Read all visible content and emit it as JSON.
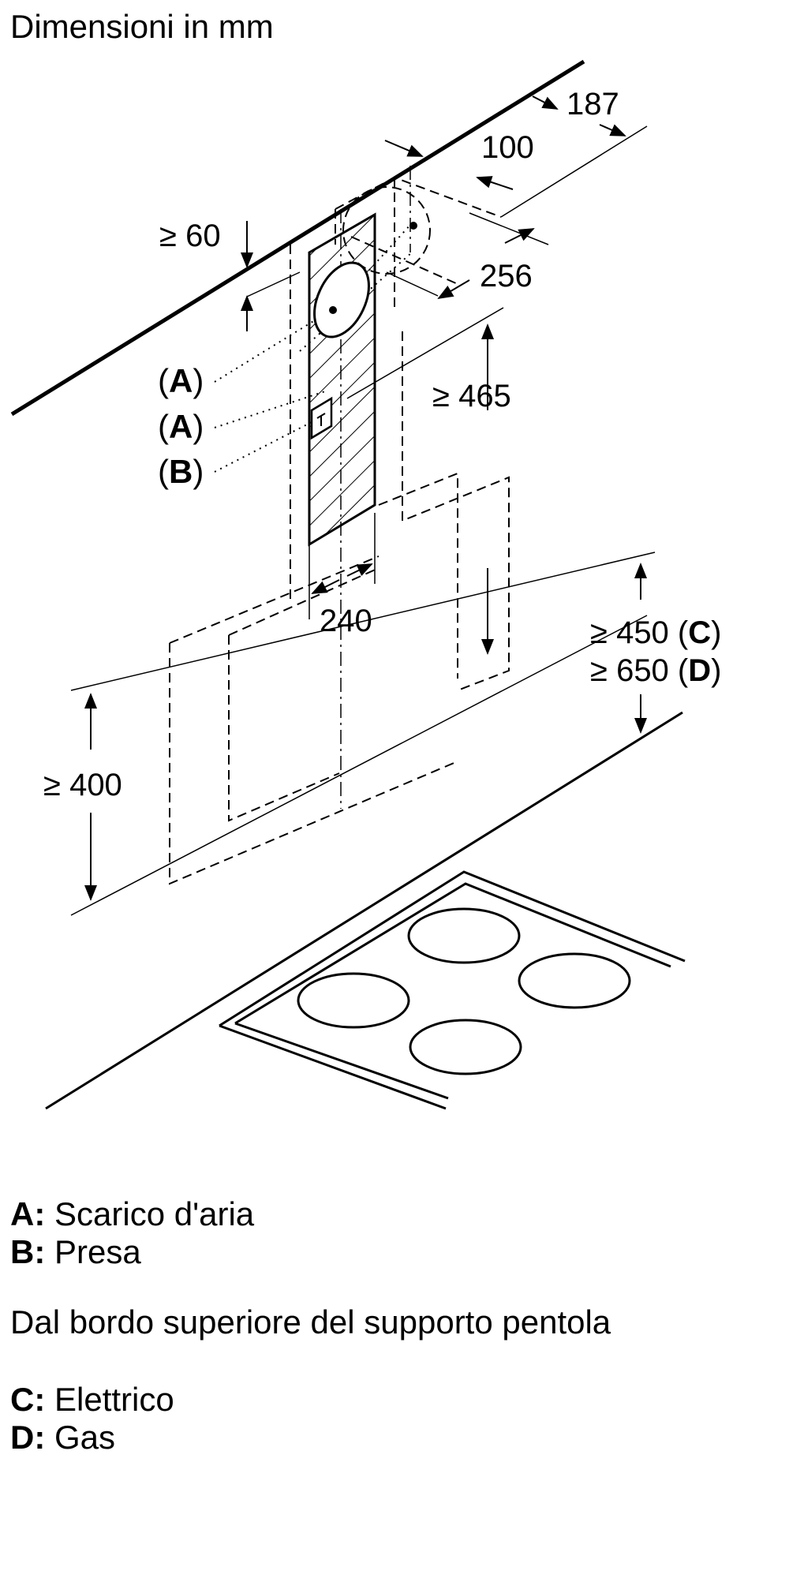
{
  "title": "Dimensioni in mm",
  "dimensions": {
    "d187": "187",
    "d100": "100",
    "d60": "≥ 60",
    "d256": "256",
    "d465": "≥ 465",
    "d240": "240",
    "d450": "≥ 450 (",
    "d450_key": "C",
    "d650": "≥ 650 (",
    "d650_key": "D",
    "d400": "≥ 400",
    "close": ")"
  },
  "callouts": [
    {
      "open": "(",
      "key": "A",
      "close": ")"
    },
    {
      "open": "(",
      "key": "A",
      "close": ")"
    },
    {
      "open": "(",
      "key": "B",
      "close": ")"
    }
  ],
  "legend_top": [
    {
      "key": "A:",
      "text": "Scarico d'aria"
    },
    {
      "key": "B:",
      "text": "Presa"
    }
  ],
  "note": "Dal bordo superiore del supporto pentola",
  "legend_bottom": [
    {
      "key": "C:",
      "text": "Elettrico"
    },
    {
      "key": "D:",
      "text": "Gas"
    }
  ],
  "icons": [
    "arrowhead-icon",
    "socket-icon",
    "hob-burner-icon"
  ]
}
